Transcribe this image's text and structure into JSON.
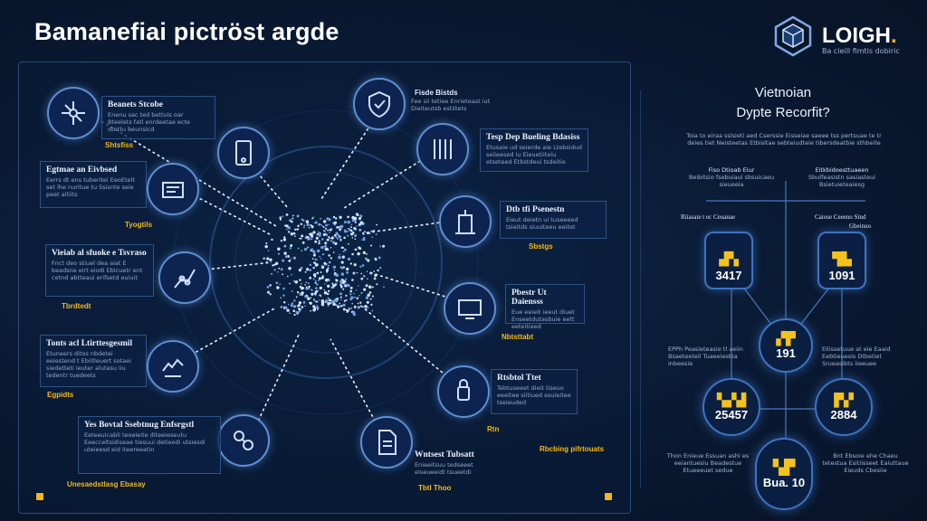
{
  "title": "Bamanefiai pictröst argde",
  "logo": {
    "name": "LOIGH",
    "dot": ".",
    "tagline": "Ba cieill fimtis dobiric"
  },
  "left_cards": [
    {
      "id": "c1",
      "heading": "Beanets Stcobe",
      "body": "Enenu sac ted bettuis oar Bteelets fatl enrdeetae ecte dtnttu beunsicd",
      "tag": "Shtsfiss"
    },
    {
      "id": "c2",
      "heading": "Egtmae an Eivbsed",
      "body": "Eerrs dt ens tuberitei EeoEtelt set ihe nuritue tu Ssisnte seie peet aitiits",
      "tag": "Tyogtils"
    },
    {
      "id": "c3",
      "heading": "Vieiab al sfuoke e Tsvraso",
      "body": "Fnct deo stiuel dea aiat E beadsne eirt eiodi Ebicuetr ent cetnd abtteaui erifsetd euiuit",
      "tag": "Tbrdtedt"
    },
    {
      "id": "c4",
      "heading": "Tonts acl Ltirttesgesmil",
      "body": "Etuneers ditos nbdetei eeiestend t Ebiitleuert sotaei siedetteti ieuter alutasu iiu tedentr tuedeets",
      "tag": "Egpidts"
    },
    {
      "id": "c5",
      "heading": "Yes Bovtal Ssebtnug Enfsrgstl",
      "body": "Eeteeuicabli teoeieite diteeieseutu Eeecceltsidiseae tiesuui detieedi utsiesdi uteieesd eid iteereeatin",
      "tag": "Unesaedstlasg Ebasay"
    }
  ],
  "right_cards": [
    {
      "id": "r0",
      "heading": "Fisde Bistds",
      "body": "Fee sii tetiee Enrieteast iut Dieiteutsb estiitets",
      "tag": ""
    },
    {
      "id": "r1",
      "heading": "Tesp Dep Bueling Bdasiss",
      "body": "Etusaie ud seierde aie Ltebsidud seiieesed iu Eieuetiiteiu etseteed Etbstdeui tsdeitie",
      "tag": ""
    },
    {
      "id": "r2",
      "heading": "Dtb tfi Psenestn",
      "body": "Eieut deietn ui tuseeeed tsieitds siuuiteeu eeitet",
      "tag": "Sbstgs"
    },
    {
      "id": "r3",
      "heading": "Pbestr Ut Daiensss",
      "body": "Eue eeieit ieeut diuet Enseetdutasbuie eett eeteitieed",
      "tag": "Nbtsttabt"
    },
    {
      "id": "r4",
      "heading": "Rtsbtol Ttet",
      "body": "Tebtuseeet dieit tiseuo eeeitee siitiued esuieitee tseieuded",
      "tag": "Rtn"
    },
    {
      "id": "r5",
      "heading": "Wntsest Tubsatt",
      "body": "Enieeitsuu tedseeet eiseueeidt tsueetdi",
      "tag": "Tbtl Thoo"
    }
  ],
  "extra_tag": "Rbcbing pifrtouats",
  "right_panel": {
    "title_line1": "Vietnoian",
    "title_line2": "Dypte Recorfit?",
    "desc": "Toia to eiraa sslsieti aed Cserssie Eisseiae saeee tss pertsuae te tr deies tiet Neisteetas Etbisitae sebteiudteie tibersdeatbie sthbeite",
    "sub_left_heading": "Fiso Dtioab Eiur",
    "sub_left_body": "Beibitsio fsebuiaui sbsuicaeu sieueeia",
    "sub_right_heading": "Eitkbidoesttuaeen",
    "sub_right_body": "Sbulfeasistn sasiasteui Bsietuieteaiesg",
    "label_tl": "Riiasate t ec Ceuanae",
    "label_tr": "Caiose Ceeeno Sind",
    "label_tr2": "Gbeinuo",
    "label_ml": "EPPh Peasieteasie tl aeiin Bsaeteeteil Tuaeeiesbia inbeesie",
    "label_mr": "Eliissetuue at eie Eaaid Eebtieuesis Dtbetiet Srueasibts iieeuee",
    "label_bl": "Thon Enieue Essuan ashi es eeiantuesiu Beadestue Etueeeuet sedue",
    "label_br": "Bnt Ebsoie ehe Chaeu tetestua Esitiisseet Eaiuttaue Eieuds Cbesiie",
    "stats": [
      {
        "id": "s1",
        "icon": "▟▚",
        "value": "3417"
      },
      {
        "id": "s2",
        "icon": "▜▙",
        "value": "1091"
      },
      {
        "id": "s3",
        "icon": "▞▛",
        "value": "191"
      },
      {
        "id": "s4",
        "icon": "▚▞▟",
        "value": "25457"
      },
      {
        "id": "s5",
        "icon": "▛▞",
        "value": "2884"
      },
      {
        "id": "s6",
        "icon": "▚▛",
        "value": "Bua. 10"
      }
    ]
  },
  "colors": {
    "accent": "#f2b81e",
    "line": "#cfe0ff",
    "border": "#2d5286",
    "node": "#5e8fd0"
  }
}
